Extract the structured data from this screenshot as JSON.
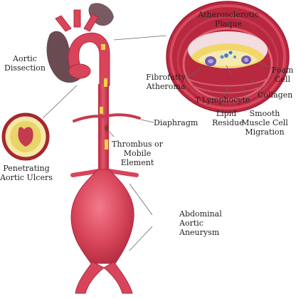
{
  "labels": {
    "atherosclerotic_plaque": "Atherosclerotic Plaque",
    "aortic_dissection": "Aortic\nDissection",
    "fibrofatty_atheroma": "Fibrofatty\nAtheroma",
    "foam_cell": "Foam\nCell",
    "t_lymphocyte": "T-Lymphocyte",
    "collagen": "Collagen",
    "lipid_residue": "Lipid\nResidue",
    "smooth_muscle_cell_migration": "Smooth\nMuscle Cell\nMigration",
    "diaphragm": "Diaphragm",
    "thrombus": "Thrombus or\nMobile Element",
    "penetrating_aortic_ulcers": "Penetrating\nAortic Ulcers",
    "abdominal_aortic_aneurysm": "Abdominal\nAortic\nAneurysm"
  },
  "colors": {
    "aorta": "#d8455a",
    "aorta_dark": "#b8283f",
    "plaque": "#e7d64a",
    "dissection": "#6a4b52",
    "lumen": "#f4dde0",
    "diaphragm": "#c63a50"
  }
}
